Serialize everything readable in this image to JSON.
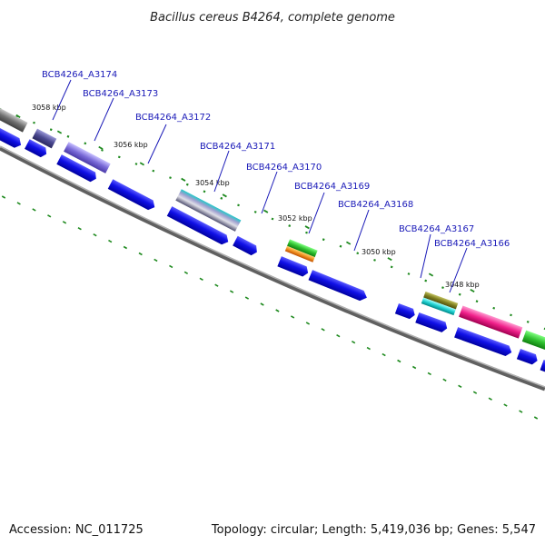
{
  "title": "Bacillus cereus B4264, complete genome",
  "footer": {
    "accession": "Accession: NC_011725",
    "summary": "Topology: circular; Length: 5,419,036 bp; Genes: 5,547"
  },
  "ticks": [
    "3058 kbp",
    "3056 kbp",
    "3054 kbp",
    "3052 kbp",
    "3050 kbp",
    "3048 kbp"
  ],
  "genes": [
    "BCB4264_A3174",
    "BCB4264_A3173",
    "BCB4264_A3172",
    "BCB4264_A3171",
    "BCB4264_A3170",
    "BCB4264_A3169",
    "BCB4264_A3168",
    "BCB4264_A3167",
    "BCB4264_A3166"
  ],
  "colors": {
    "cds": "#1010e6",
    "backbone": "#808080",
    "tick": "#1f8a1f",
    "label": "#1a1ab8"
  }
}
